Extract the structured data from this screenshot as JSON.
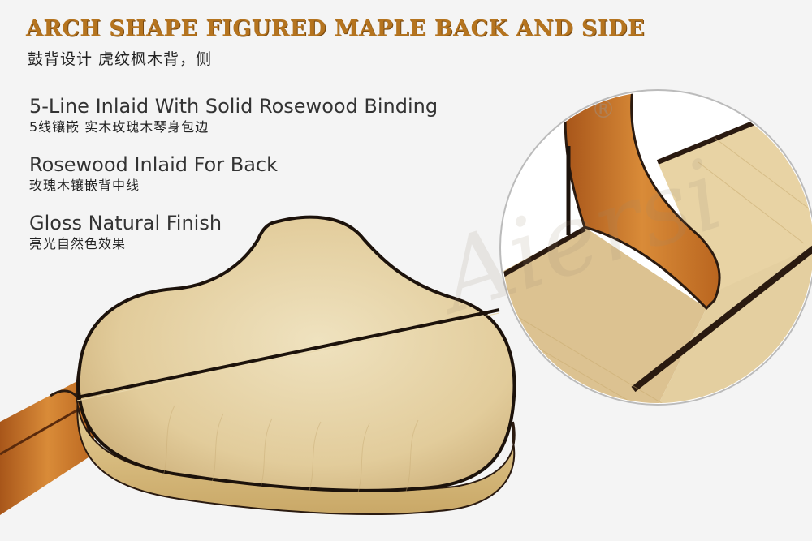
{
  "header": {
    "title_en": "ARCH SHAPE FIGURED MAPLE BACK AND SIDE",
    "title_zh": "鼓背设计 虎纹枫木背，侧"
  },
  "features": [
    {
      "en": "5-Line Inlaid With Solid Rosewood Binding",
      "zh": "5线镶嵌 实木玫瑰木琴身包边"
    },
    {
      "en": "Rosewood Inlaid For Back",
      "zh": "玫瑰木镶嵌背中线"
    },
    {
      "en": "Gloss Natural Finish",
      "zh": "亮光自然色效果"
    }
  ],
  "watermark": {
    "text": "Aiersi",
    "mark": "®"
  },
  "colors": {
    "background": "#f4f4f4",
    "title_accent": "#b5741f",
    "maple": "#e6d3a6",
    "neck": "#c97a2a",
    "binding": "#2a1a10"
  }
}
